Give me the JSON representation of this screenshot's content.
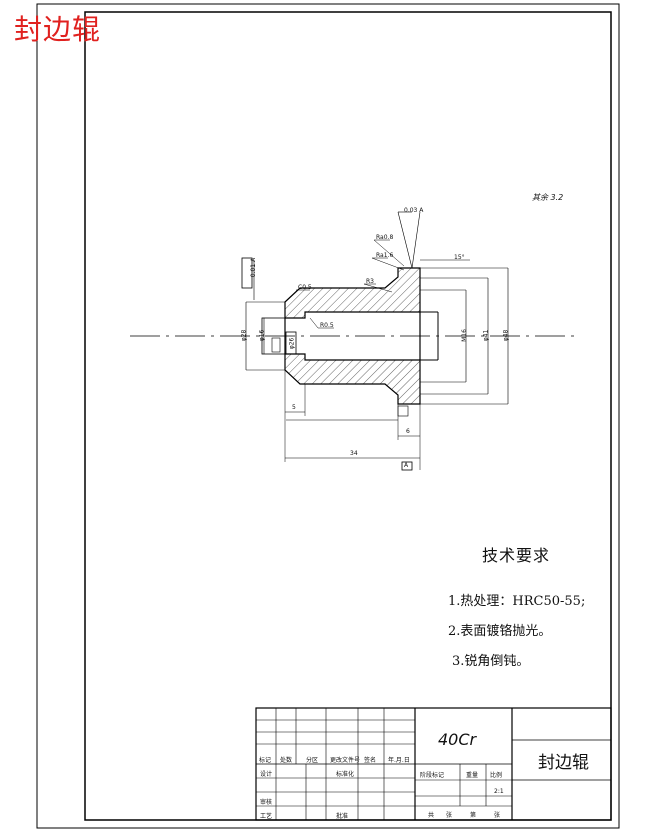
{
  "drawing": {
    "title_red": "封边辊",
    "roughness_note": "其余",
    "roughness_value": "3.2",
    "tech_requirements": {
      "title": "技术要求",
      "items": [
        "1.热处理：HRC50-55;",
        "2.表面镀铬抛光。",
        "3.锐角倒钝。"
      ]
    },
    "dims": {
      "ra08": "Ra0.8",
      "ra16": "Ra1.6",
      "r3": "R3",
      "c05": "C0.5",
      "r05": "R0.5",
      "phi16": "φ16",
      "phi26": "φ26",
      "m16": "M16",
      "phi28": "φ28",
      "phi41": "φ41",
      "phi48": "φ48",
      "len34": "34",
      "len5": "5",
      "len6": "6",
      "tol": "0.01 A",
      "tol2": "0.03 A",
      "datum": "A",
      "deg": "15°"
    },
    "title_block": {
      "material": "40Cr",
      "part_name": "封边辊",
      "header_labels": [
        "标记",
        "处数",
        "分区",
        "更改文件号",
        "签名",
        "年.月.日"
      ],
      "row_labels": [
        "设计",
        "标准化",
        "审核",
        "工艺",
        "批准"
      ],
      "stage_labels": [
        "阶段标记",
        "重量",
        "比例"
      ],
      "scale": "2:1",
      "sheet_labels": [
        "共",
        "张",
        "第",
        "张"
      ]
    }
  }
}
